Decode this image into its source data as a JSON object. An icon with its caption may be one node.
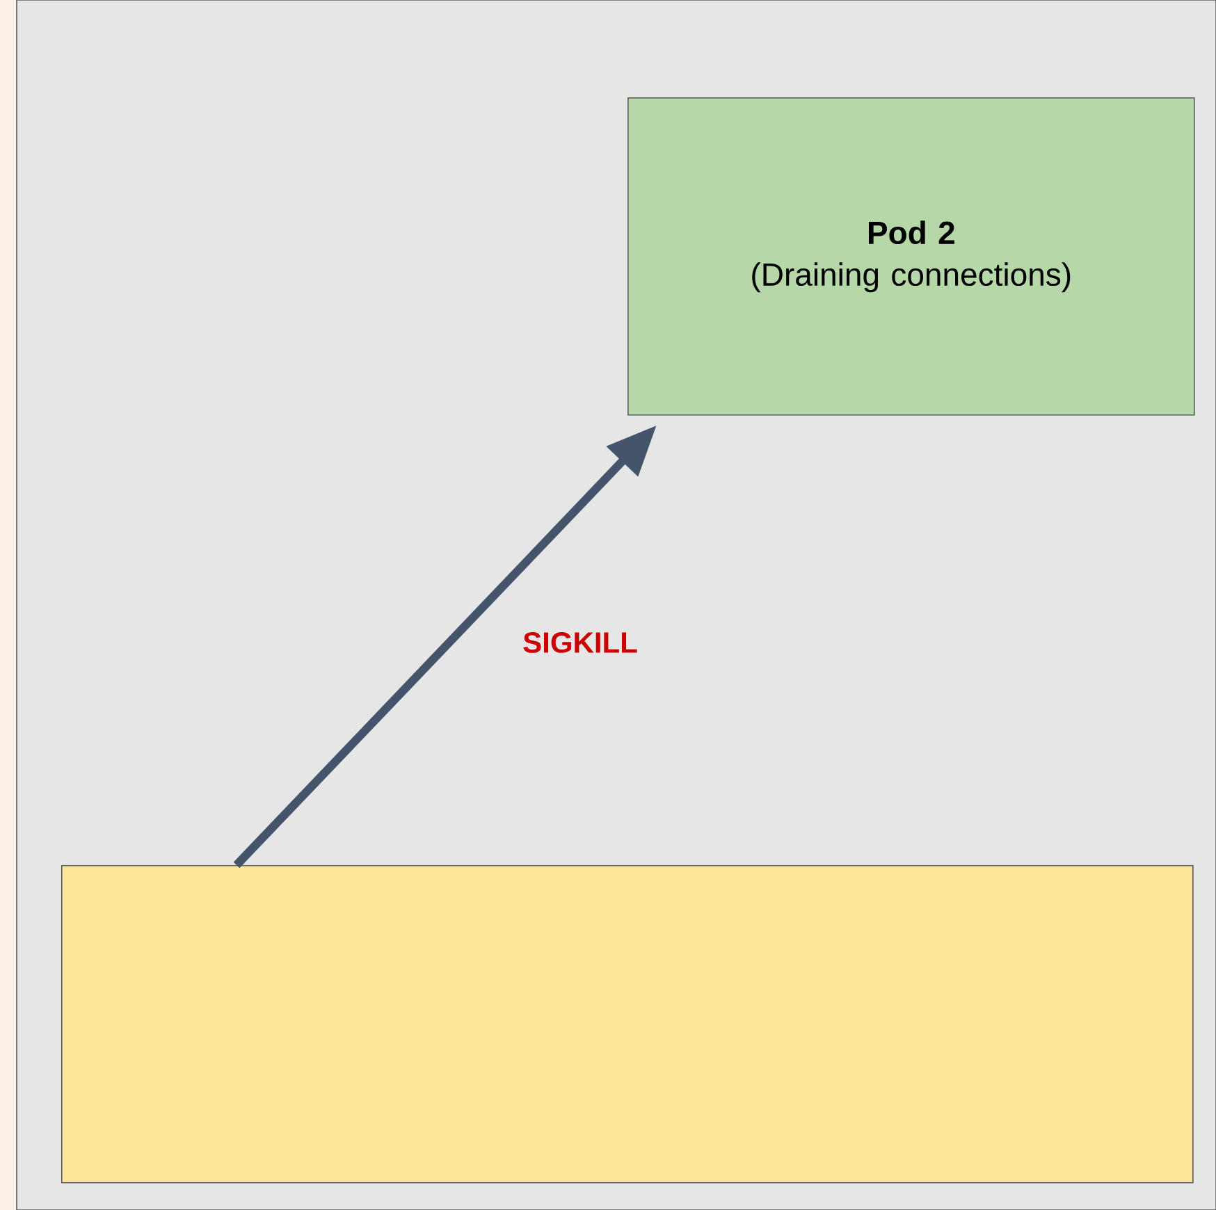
{
  "diagram": {
    "nodes": [
      {
        "text": [
          "Pod 2",
          "(Draining connections)"
        ]
      },
      {
        "text": [],
        "shape": "box"
      }
    ],
    "edges": [
      {
        "from": 1,
        "to": 0,
        "arrow": "to",
        "label": "SIGKILL"
      }
    ]
  }
}
